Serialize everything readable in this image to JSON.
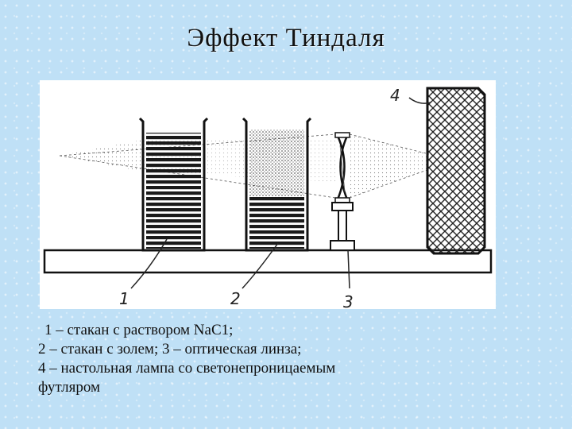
{
  "slide": {
    "title": "Эффект Тиндаля"
  },
  "figure": {
    "labels": [
      "1",
      "2",
      "3",
      "4"
    ]
  },
  "caption": {
    "line1": "1 – стакан с раствором NaC1;",
    "line2": "2 – стакан с золем; 3 – оптическая линза;",
    "line3": "4 – настольная лампа со светонепроницаемым",
    "line4": "футляром"
  }
}
